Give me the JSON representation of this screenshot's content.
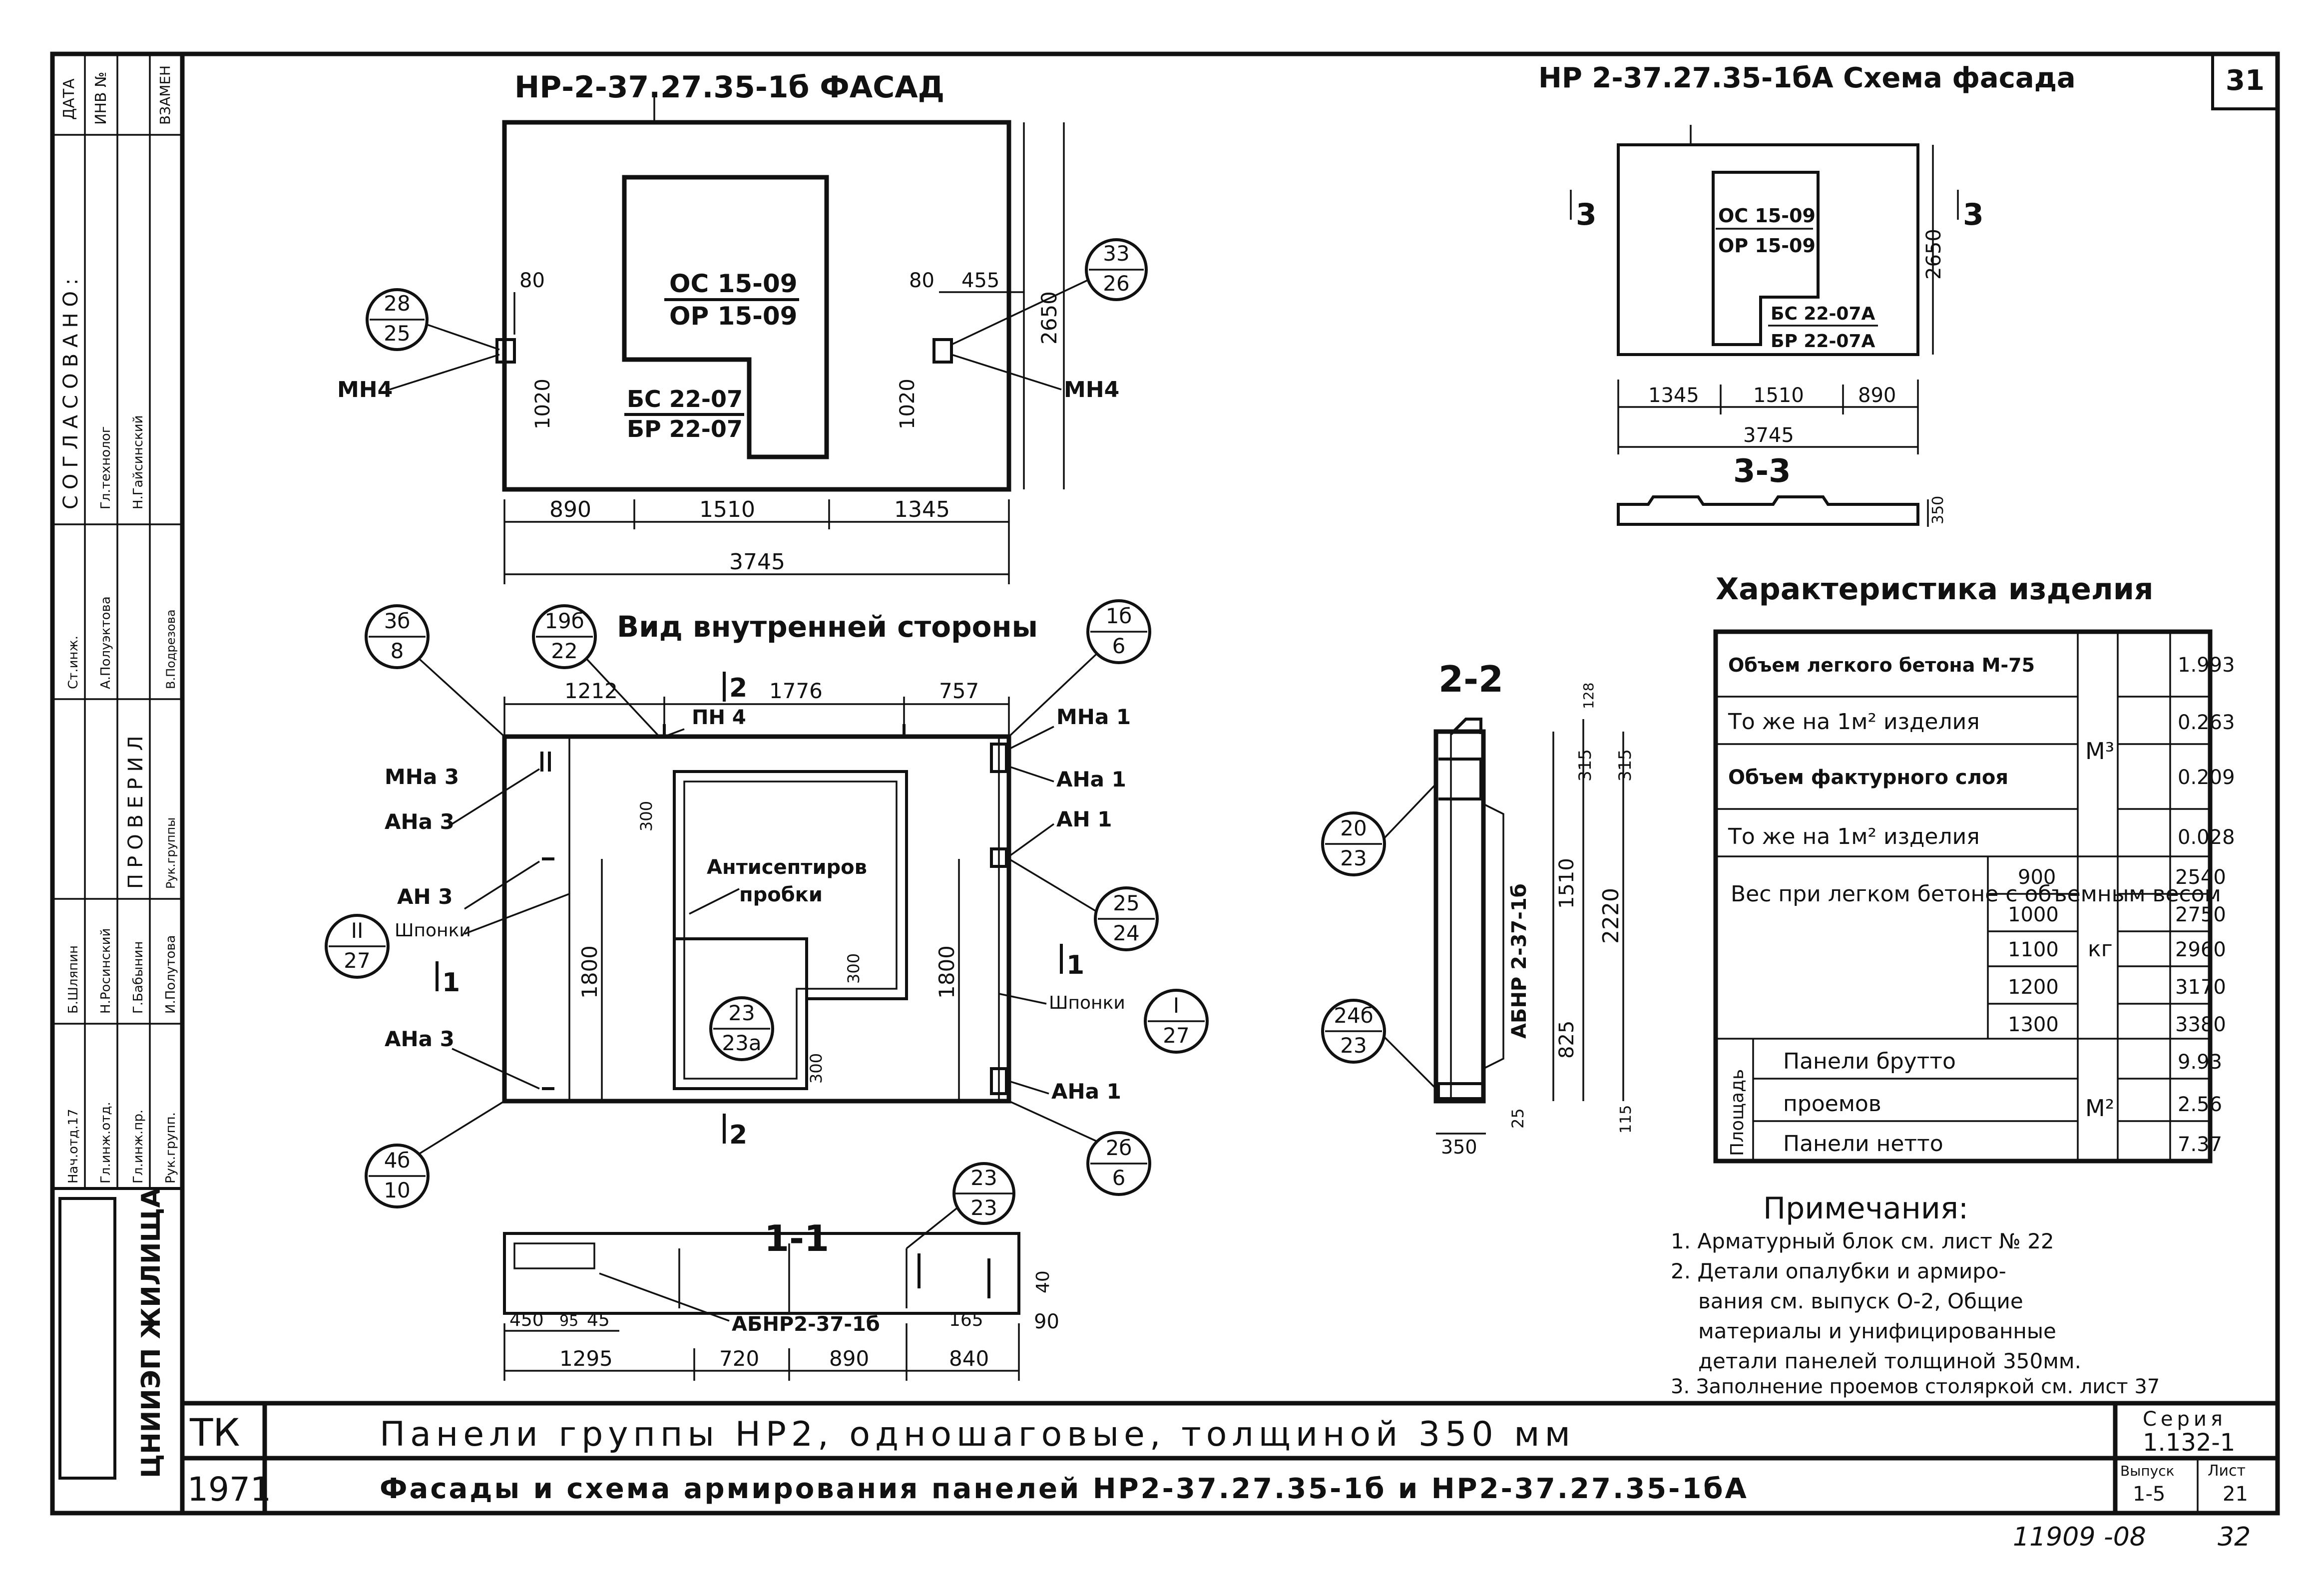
{
  "sheet_number": "31",
  "bottom_code": "11909 -08",
  "bottom_page": "32",
  "facade": {
    "title": "НР-2-37.27.35-1б ФАСАД",
    "window_top": "ОС 15-09",
    "window_bottom": "ОР 15-09",
    "door_top": "БС 22-07",
    "door_bottom": "БР 22-07",
    "left_callout_top": "28",
    "left_callout_bottom": "25",
    "right_callout_top": "33",
    "right_callout_bottom": "26",
    "left_tag": "МН4",
    "right_tag": "МН4",
    "dim_80_left": "80",
    "dim_80_right": "80",
    "dim_455": "455",
    "dim_1020_left": "1020",
    "dim_1020_right": "1020",
    "dim_2650": "2650",
    "dim_890": "890",
    "dim_1510": "1510",
    "dim_1345": "1345",
    "dim_3745": "3745"
  },
  "scheme": {
    "title": "НР 2-37.27.35-1бА Схема фасада",
    "window_top": "ОС 15-09",
    "window_bottom": "ОР 15-09",
    "door_top": "БС 22-07А",
    "door_bottom": "БР 22-07А",
    "dim_2650": "2650",
    "dim_1345": "1345",
    "dim_1510": "1510",
    "dim_890": "890",
    "dim_3745": "3745",
    "section_label": "3-3",
    "dim_350": "350",
    "cut_left": "3",
    "cut_right": "3"
  },
  "inner": {
    "title": "Вид внутренней стороны",
    "callouts": [
      {
        "top": "3б",
        "bottom": "8"
      },
      {
        "top": "19б",
        "bottom": "22"
      },
      {
        "top": "1б",
        "bottom": "6"
      },
      {
        "top": "II",
        "bottom": "27"
      },
      {
        "top": "25",
        "bottom": "24"
      },
      {
        "top": "I",
        "bottom": "27"
      },
      {
        "top": "23",
        "bottom": "23а"
      },
      {
        "top": "4б",
        "bottom": "10"
      },
      {
        "top": "2б",
        "bottom": "6"
      }
    ],
    "dim_1212": "1212",
    "dim_1776": "1776",
    "dim_757": "757",
    "dim_300a": "300",
    "dim_300b": "300",
    "dim_300c": "300",
    "dim_1800_left": "1800",
    "dim_1800_right": "1800",
    "tag_pn4": "ПН 4",
    "tag_mna3": "МНа 3",
    "tag_ana3_top": "АНа 3",
    "tag_an3": "АН 3",
    "tag_shponki_left": "Шпонки",
    "tag_ana3_bottom": "АНа 3",
    "tag_mna1": "МНа 1",
    "tag_ana1_top": "АНа 1",
    "tag_an1": "АН 1",
    "tag_shponki_right": "Шпонки",
    "tag_ana1_bottom": "АНа 1",
    "plugs_line1": "Антисептиров",
    "plugs_line2": "пробки",
    "cut_1_top": "1",
    "cut_1_bottom": "1",
    "cut_2_top": "2",
    "cut_2_bottom": "2"
  },
  "section22": {
    "label": "2-2",
    "callout_a_top": "20",
    "callout_a_bottom": "23",
    "callout_b_top": "24б",
    "callout_b_bottom": "23",
    "panel_mark": "АБНР 2-37-1б",
    "dim_128": "128",
    "dim_315a": "315",
    "dim_315b": "315",
    "dim_1510": "1510",
    "dim_2220": "2220",
    "dim_825": "825",
    "dim_25": "25",
    "dim_115": "115",
    "dim_350": "350"
  },
  "section11": {
    "label": "1-1",
    "callout_top": "23",
    "callout_bottom": "23",
    "panel_mark": "АБНР2-37-1б",
    "dim_450": "450",
    "dim_95": "95",
    "dim_45": "45",
    "dim_1295": "1295",
    "dim_720": "720",
    "dim_890": "890",
    "dim_165": "165",
    "dim_840": "840",
    "dim_40": "40",
    "dim_90": "90"
  },
  "characteristics": {
    "title": "Характеристика изделия",
    "concrete_volume": "Объем легкого бетона М-75",
    "concrete_volume_val": "1.993",
    "per_m2": "То же на 1м² изделия",
    "per_m2_val": "0.263",
    "facing_volume": "Объем фактурного слоя",
    "facing_volume_val": "0.209",
    "per_m2_facing": "То же на 1м² изделия",
    "per_m2_facing_val": "0.028",
    "unit_m3": "М³",
    "weight_label": "Вес при легком бетоне с объемным весом",
    "weight_unit": "кг",
    "weights": [
      {
        "density": "900",
        "value": "2540"
      },
      {
        "density": "1000",
        "value": "2750"
      },
      {
        "density": "1100",
        "value": "2960"
      },
      {
        "density": "1200",
        "value": "3170"
      },
      {
        "density": "1300",
        "value": "3380"
      }
    ],
    "area_label": "Площадь",
    "area_gross": "Панели брутто",
    "area_gross_val": "9.93",
    "area_openings": "проемов",
    "area_openings_val": "2.56",
    "area_net": "Панели нетто",
    "area_net_val": "7.37",
    "unit_m2": "М²"
  },
  "notes": {
    "title": "Примечания:",
    "lines": [
      "1. Арматурный блок см. лист № 22",
      "2. Детали опалубки и армиро-",
      "вания см. выпуск О-2, Общие",
      "материалы и унифицированные",
      "детали панелей толщиной 350мм.",
      "3. Заполнение проемов столяркой см. лист 37"
    ]
  },
  "title_block": {
    "tk": "ТК",
    "year": "1971",
    "line1": "Панели группы НР2, одношаговые, толщиной 350 мм",
    "line2": "Фасады и схема армирования панелей НР2-37.27.35-1б и НР2-37.27.35-1бА",
    "series_label": "Серия",
    "series_value": "1.132-1",
    "issue_label": "Выпуск",
    "issue_value": "1-5",
    "sheet_label": "Лист",
    "sheet_value": "21"
  },
  "side_stamp": {
    "org": "ЦНИИЭП ЖИЛИЩА",
    "agreed": "СОГЛАСОВАНО:",
    "checked": "ПРОВЕРИЛ",
    "date": "ДАТА",
    "inv": "ИНВ №",
    "replace": "ВЗАМЕН",
    "roles": [
      "Нач.отд.17",
      "Гл.инж.отд.",
      "Гл.инж.пр.",
      "Рук.групп."
    ],
    "names": [
      "Б.Шляпин",
      "Н.Росинский",
      "Г.Бабынин",
      "И.Полутова"
    ],
    "chief": "Ст.инж.",
    "chief_name": "А.Полуэктова",
    "technolog": "Гл.технолог",
    "technolog_name": "Н.Гайсинский",
    "group_lead": "Рук.группы",
    "group_lead_name": "В.Подрезова"
  }
}
